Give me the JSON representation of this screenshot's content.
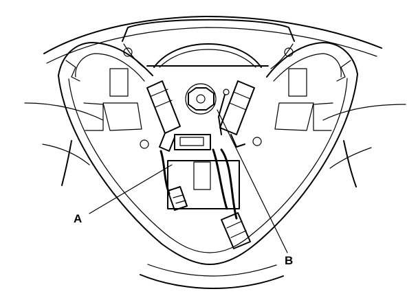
{
  "callouts": [
    {
      "id": "A",
      "text": "A"
    },
    {
      "id": "B",
      "text": "B"
    }
  ]
}
